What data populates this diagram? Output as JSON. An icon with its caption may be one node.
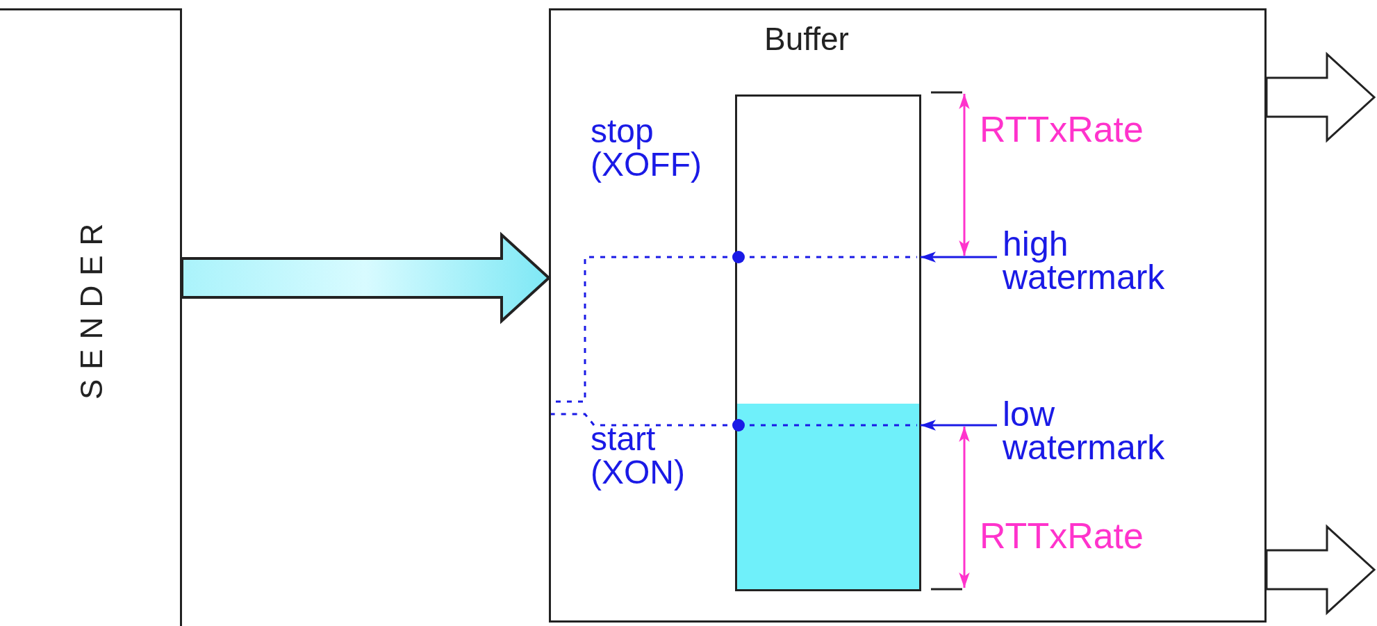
{
  "diagram": {
    "nodes": [
      {
        "text": [
          "SENDER"
        ]
      },
      {
        "text": [],
        "shape": "box"
      },
      {
        "text": [
          "Buffer"
        ],
        "in": 1
      },
      {
        "text": [
          "high watermark"
        ],
        "in": 1
      },
      {
        "text": [
          "low watermark"
        ],
        "in": 1
      }
    ],
    "edges": [
      {
        "from": 0,
        "to": 1,
        "arrow": "to",
        "style": "thick",
        "color": "#7ee8f5"
      },
      {
        "from": 1,
        "to": null,
        "arrow": "to"
      },
      {
        "from": 1,
        "to": null,
        "arrow": "to"
      },
      {
        "from": 3,
        "to": 2,
        "arrow": "to",
        "color": "#1a1ae6"
      },
      {
        "from": 4,
        "to": 2,
        "arrow": "to",
        "color": "#1a1ae6"
      },
      {
        "from": 2,
        "to": null,
        "arrow": "other",
        "style": "dashed",
        "color": "#1a1ae6"
      },
      {
        "from": 2,
        "to": null,
        "arrow": "other",
        "style": "dashed",
        "color": "#1a1ae6"
      }
    ],
    "labels": [
      "stop (XOFF)",
      "start (XON)",
      "RTTxRate",
      "RTTxRate"
    ]
  }
}
